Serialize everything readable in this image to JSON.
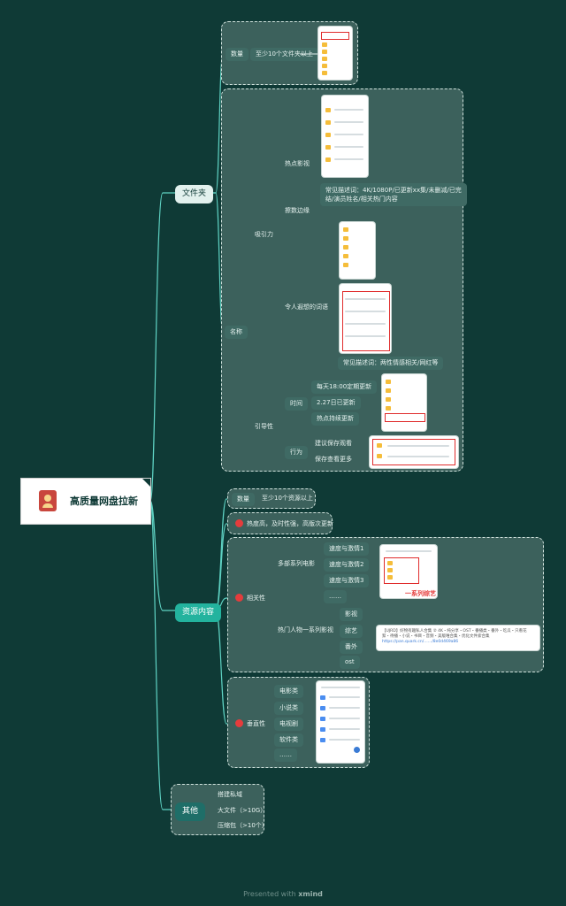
{
  "root": {
    "title": "高质量网盘拉新"
  },
  "branches": {
    "folder": {
      "label": "文件夹",
      "count": {
        "label": "数量",
        "value": "至少10个文件夹以上"
      },
      "name": {
        "label": "名称",
        "hook": {
          "label": "吸引力",
          "hot": {
            "label": "热点影视",
            "desc_line1": "常见描述词：4K/1080P/已更新xx集/未删减/已完",
            "desc_line2": "结/演员姓名/相关热门内容"
          },
          "edge": {
            "label": "擦数边缘"
          },
          "imagine": {
            "label": "令人遐想的词语",
            "desc": "常见描述词：两性情感相关/网红等"
          }
        },
        "guide": {
          "label": "引导性",
          "time": {
            "label": "时间",
            "items": [
              "每天18:00定期更新",
              "2.27日已更新",
              "热点持续更新"
            ]
          },
          "action": {
            "label": "行为",
            "items": [
              "建议保存观看",
              "保存查看更多"
            ]
          }
        }
      }
    },
    "resource": {
      "label": "资源内容",
      "count": {
        "label": "数量",
        "value": "至少10个资源以上"
      },
      "hot": {
        "label": "热度高，及时性强，高版次更新"
      },
      "relevance": {
        "label": "相关性",
        "series": {
          "label": "多部系列电影",
          "items": [
            "速度与激情1",
            "速度与激情2",
            "速度与激情3",
            "……"
          ]
        },
        "person": {
          "label": "热门人物一系列影视",
          "items": [
            "影视",
            "综艺",
            "番外",
            "ost"
          ]
        },
        "annotation": "一系列综艺",
        "share_text": "【UJRD】好物有趣私人合集 ② 4K・纯分享・OST・番播类・番外・吃瓜・只看花絮・待播・小说・书目・音频・美版唯合集・优化文件索合集",
        "share_link": "https://pan.quark.cn/……/8e0d469a86"
      },
      "vertical": {
        "label": "垂直性",
        "items": [
          "电影类",
          "小说类",
          "电视剧",
          "软件类",
          "……"
        ]
      }
    },
    "other": {
      "label": "其他",
      "items": [
        "搭建私域",
        "大文件（>10G）",
        "压缩包（>10个）"
      ]
    }
  },
  "footer": {
    "prefix": "Presented with",
    "brand": "xmind"
  },
  "colors": {
    "background": "#0f3a36",
    "group": "#3c615c",
    "node": "#3f6a64",
    "accent": "#23b39e",
    "marker": "#e53c3c",
    "line": "#5fd3c4"
  }
}
